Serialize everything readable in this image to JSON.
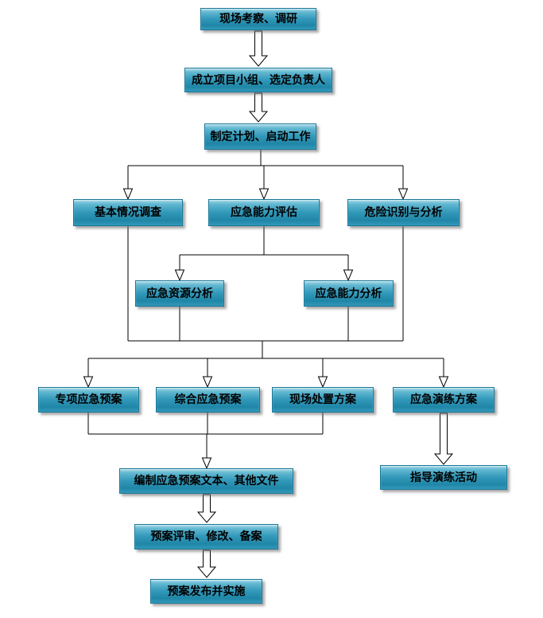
{
  "diagram": {
    "type": "flowchart",
    "language": "zh-CN",
    "nodes": {
      "site_survey": "现场考察、调研",
      "setup_team": "成立项目小组、选定负责人",
      "make_plan": "制定计划、启动工作",
      "basic_investigation": "基本情况调查",
      "capability_evaluation": "应急能力评估",
      "hazard_identification": "危险识别与分析",
      "resource_analysis": "应急资源分析",
      "capability_analysis": "应急能力分析",
      "special_plan": "专项应急预案",
      "comprehensive_plan": "综合应急预案",
      "onsite_disposal_plan": "现场处置方案",
      "drill_plan": "应急演练方案",
      "compile_documents": "编制应急预案文本、其他文件",
      "guide_drill": "指导演练活动",
      "review_revise_file": "预案评审、修改、备案",
      "publish_implement": "预案发布并实施"
    },
    "edges": [
      {
        "from": [
          "site_survey"
        ],
        "to": [
          "setup_team"
        ],
        "style": "block-arrow"
      },
      {
        "from": [
          "setup_team"
        ],
        "to": [
          "make_plan"
        ],
        "style": "block-arrow"
      },
      {
        "from": [
          "make_plan"
        ],
        "to": [
          "basic_investigation",
          "capability_evaluation",
          "hazard_identification"
        ],
        "style": "line-arrow"
      },
      {
        "from": [
          "capability_evaluation"
        ],
        "to": [
          "resource_analysis",
          "capability_analysis"
        ],
        "style": "line-arrow"
      },
      {
        "from": [
          "basic_investigation",
          "resource_analysis",
          "capability_analysis",
          "hazard_identification"
        ],
        "to": [
          "special_plan",
          "comprehensive_plan",
          "onsite_disposal_plan",
          "drill_plan"
        ],
        "style": "line-arrow"
      },
      {
        "from": [
          "special_plan",
          "comprehensive_plan",
          "onsite_disposal_plan"
        ],
        "to": [
          "compile_documents"
        ],
        "style": "line-arrow"
      },
      {
        "from": [
          "drill_plan"
        ],
        "to": [
          "guide_drill"
        ],
        "style": "block-arrow"
      },
      {
        "from": [
          "compile_documents"
        ],
        "to": [
          "review_revise_file"
        ],
        "style": "block-arrow"
      },
      {
        "from": [
          "review_revise_file"
        ],
        "to": [
          "publish_implement"
        ],
        "style": "block-arrow"
      }
    ],
    "colors": {
      "box_fill_top": "#a9dbe9",
      "box_fill_main": "#3399ba",
      "box_fill_dark": "#1f86a7",
      "box_border": "#1a7697",
      "text": "#000000",
      "arrow_fill": "#ffffff",
      "line": "#000000",
      "background": "#ffffff"
    }
  }
}
